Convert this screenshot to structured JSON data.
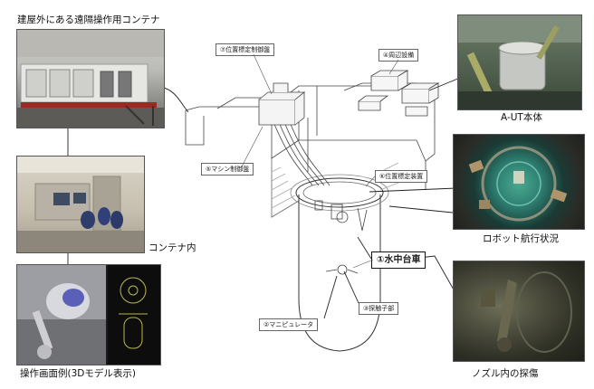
{
  "photos": {
    "container_exterior": "建屋外にある遠隔操作用コンテナ",
    "container_interior": "コンテナ内",
    "operation_screen": "操作画面例(3Dモデル表示)",
    "a_ut_body": "A-UT本体",
    "robot_navigation": "ロボット航行状況",
    "nozzle_inspection": "ノズル内の探傷"
  },
  "callouts": {
    "position_control_panel": "⑦位置標定制御盤",
    "peripheral_equipment": "④周辺設備",
    "machine_control_panel": "⑤マシン制御盤",
    "position_device": "⑥位置標定装置",
    "underwater_carriage": "①水中台車",
    "probe": "③探触子部",
    "manipulator": "②マニピュレータ"
  }
}
